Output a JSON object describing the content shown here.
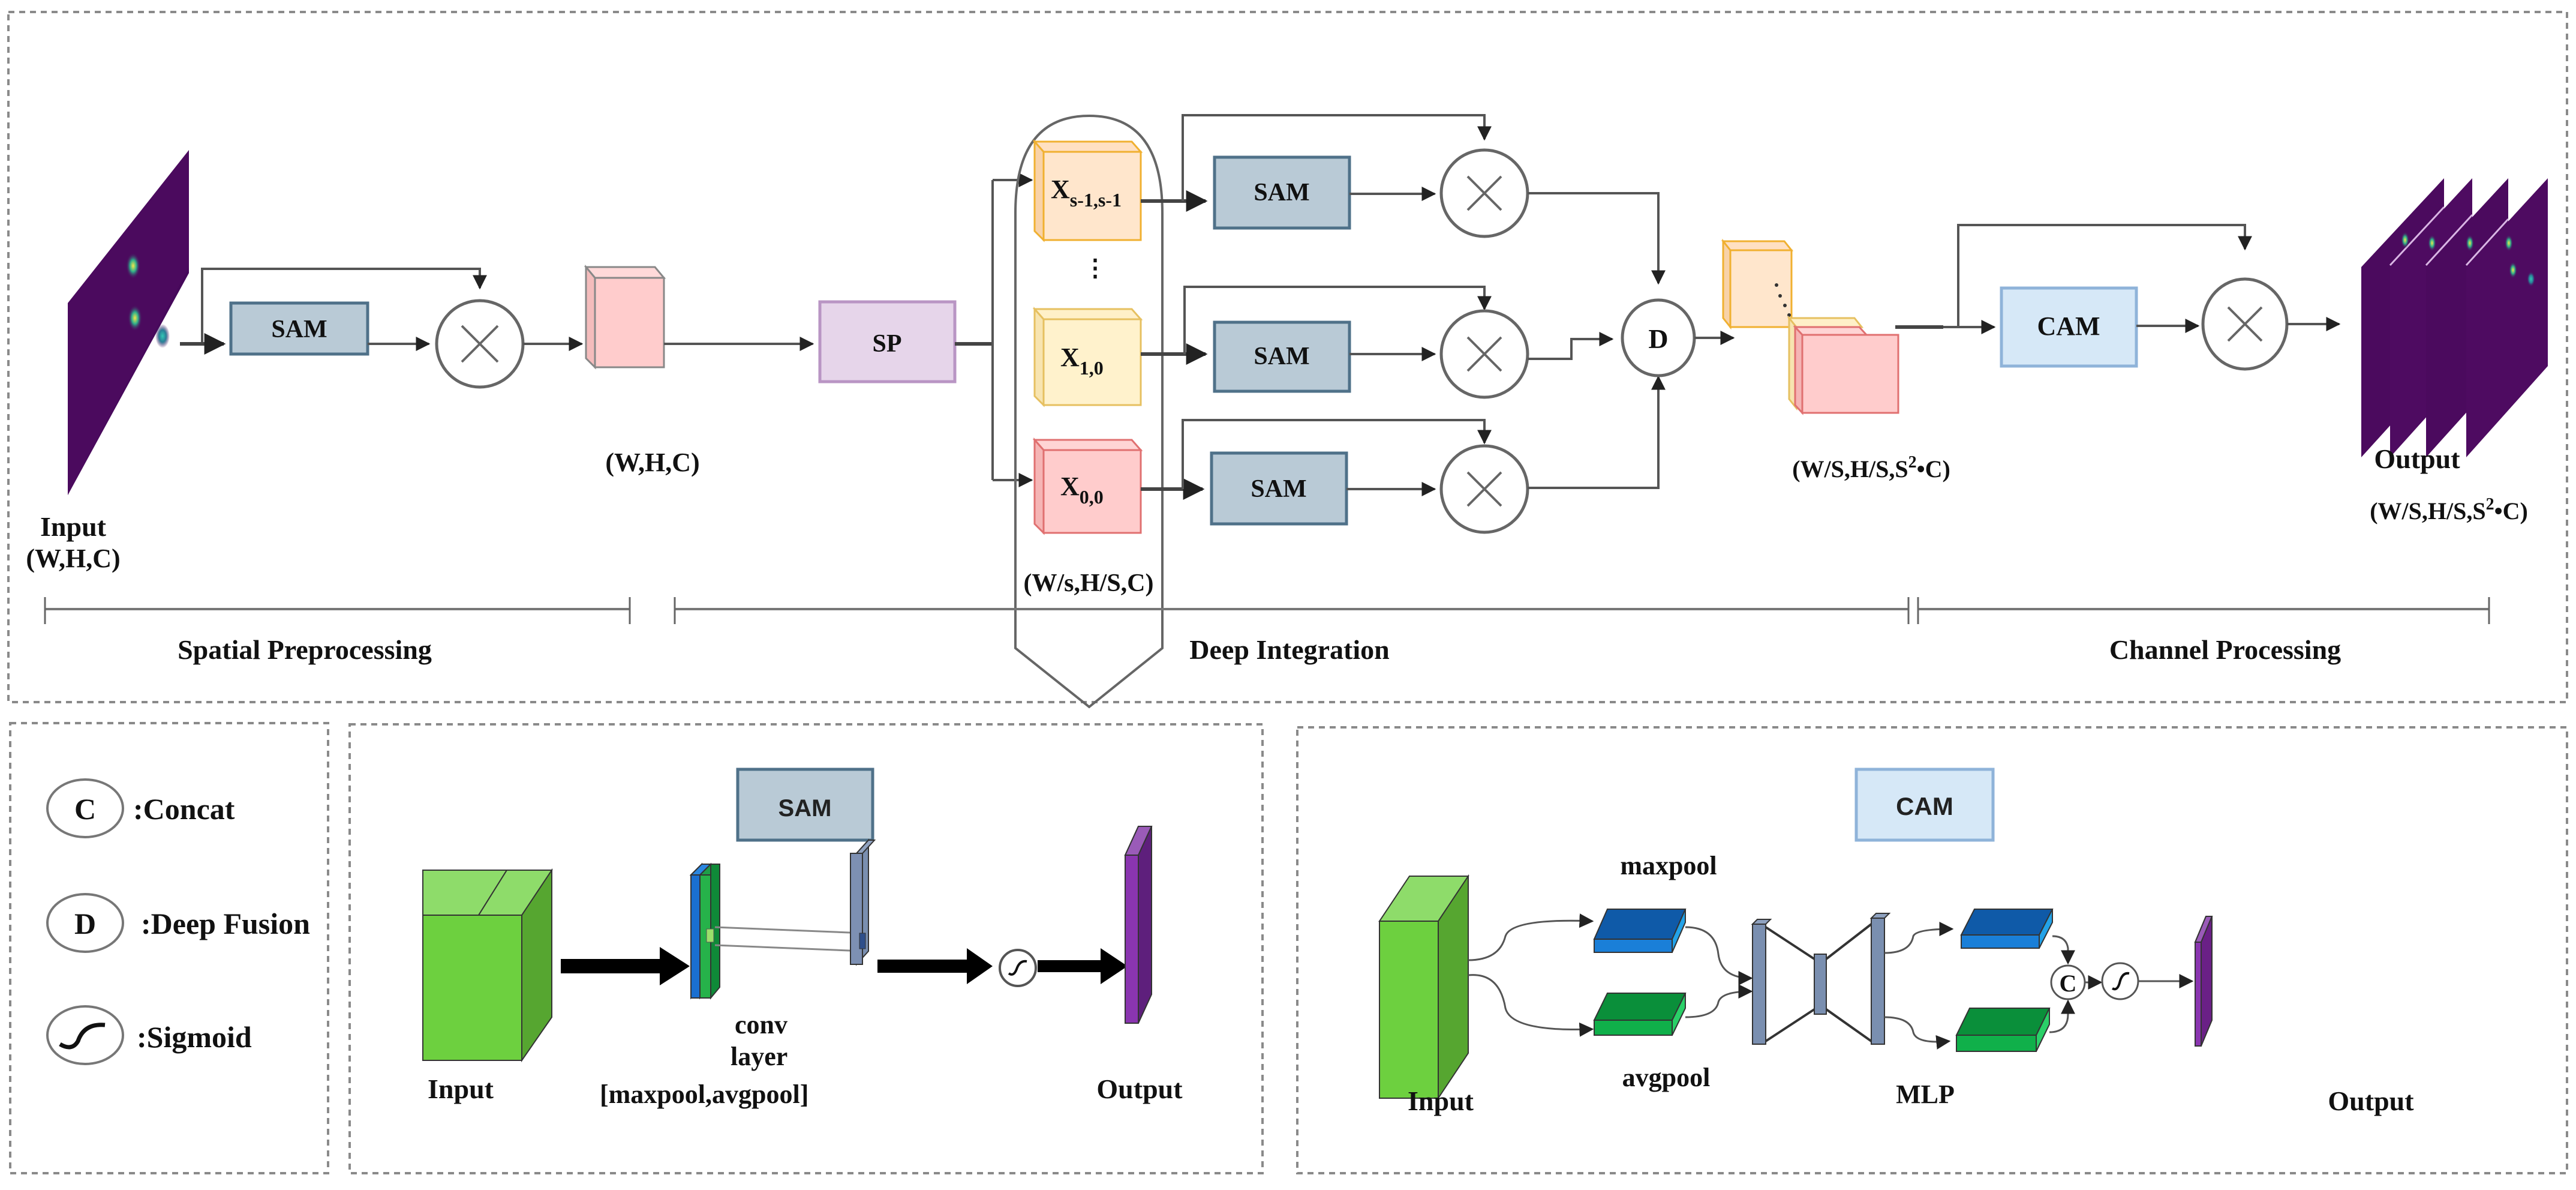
{
  "main": {
    "sections": [
      {
        "label": "Spatial Preprocessing"
      },
      {
        "label": "Deep Integration"
      },
      {
        "label": "Channel Processing"
      }
    ],
    "input": {
      "label": "Input",
      "dims": "(W,H,C)"
    },
    "stage1": {
      "block": "SAM",
      "cube_dims": "(W,H,C)"
    },
    "sp": {
      "label": "SP"
    },
    "split": {
      "dims": "(W/s,H/S,C)",
      "items": [
        {
          "base": "X",
          "sub": "s-1,s-1"
        },
        {
          "base": "X",
          "sub": "1,0"
        },
        {
          "base": "X",
          "sub": "0,0"
        }
      ],
      "ellipsis": "⋮"
    },
    "branch_block": "SAM",
    "multiply_symbol": "×",
    "fusion": {
      "label": "D"
    },
    "concat_dims": {
      "prefix": "(W/S,H/S,S",
      "sup": "2",
      "suffix": "•C)"
    },
    "cam": {
      "label": "CAM"
    },
    "output": {
      "label": "Output",
      "dims_prefix": "(W/S,H/S,S",
      "dims_sup": "2",
      "dims_suffix": "•C)"
    }
  },
  "legend": {
    "items": [
      {
        "symbol": "C",
        "text": ":Concat"
      },
      {
        "symbol": "D",
        "text": ":Deep Fusion"
      },
      {
        "symbol": "sigmoid",
        "text": ":Sigmoid"
      }
    ]
  },
  "sam_detail": {
    "title": "SAM",
    "input_label": "Input",
    "pool_label": "[maxpool,avgpool]",
    "conv_label_1": "conv",
    "conv_label_2": "layer",
    "output_label": "Output"
  },
  "cam_detail": {
    "title": "CAM",
    "input_label": "Input",
    "maxpool_label": "maxpool",
    "avgpool_label": "avgpool",
    "mlp_label": "MLP",
    "concat_symbol": "C",
    "output_label": "Output"
  },
  "colors": {
    "feature_map": "#4b0a5e",
    "sam_fill": "#b9cad6",
    "cam_fill": "#d6e8f7",
    "sp_fill": "#e6d5ea",
    "pink_cube": "#ffcccc",
    "orange_cube": "#ffe6cc",
    "yellow_cube": "#fff2cc",
    "green_cube": "#6dd03f",
    "purple_output": "#7b2a9a",
    "blue_pool": "#0f65b5",
    "green_pool": "#0a8f3a"
  }
}
